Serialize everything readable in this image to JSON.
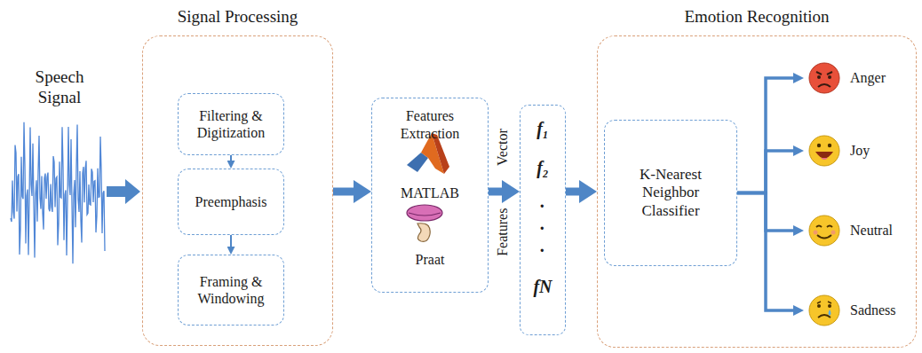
{
  "diagram": {
    "nodes": [
      {
        "text": [
          "Signal Processing"
        ]
      },
      {
        "text": [
          "Filtering & Digitization"
        ],
        "in": 0
      },
      {
        "text": [
          "Preemphasis"
        ],
        "in": 0
      },
      {
        "text": [
          "Framing & Windowing"
        ],
        "in": 0
      },
      {
        "text": [
          "Features Extraction",
          "MATLAB",
          "Praat"
        ]
      },
      {
        "text": [
          "Features Vector",
          "f₁",
          "f₂",
          ".",
          ".",
          ".",
          "fN"
        ]
      },
      {
        "text": [
          "Emotion Recognition"
        ]
      },
      {
        "text": [
          "K-Nearest Neighbor Classifier"
        ],
        "in": 6
      },
      {
        "text": [
          "Anger"
        ],
        "in": 6
      },
      {
        "text": [
          "Joy"
        ],
        "in": 6
      },
      {
        "text": [
          "Neutral"
        ],
        "in": 6
      },
      {
        "text": [
          "Sadness"
        ],
        "in": 6
      }
    ],
    "edges": [
      {
        "from": 1,
        "to": 2,
        "arrow": "to"
      },
      {
        "from": 2,
        "to": 3,
        "arrow": "to"
      },
      {
        "from": 0,
        "to": 4,
        "arrow": "to"
      },
      {
        "from": 4,
        "to": 5,
        "arrow": "to"
      },
      {
        "from": 5,
        "to": 6,
        "arrow": "to"
      },
      {
        "from": 7,
        "to": 8,
        "arrow": "to"
      },
      {
        "from": 7,
        "to": 9,
        "arrow": "to"
      },
      {
        "from": 7,
        "to": 10,
        "arrow": "to"
      },
      {
        "from": 7,
        "to": 11,
        "arrow": "to"
      }
    ],
    "labels": [
      "Speech Signal"
    ]
  }
}
